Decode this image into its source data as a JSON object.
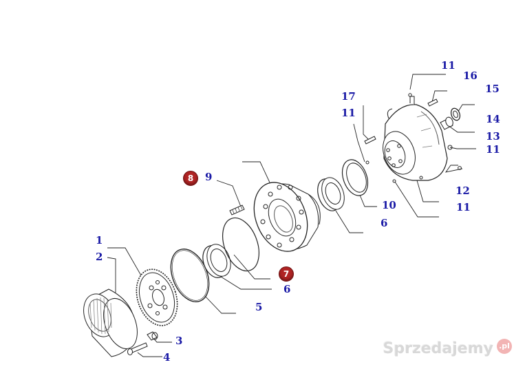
{
  "colors": {
    "label": "#1a1aa6",
    "badge": "#b02424",
    "line": "#222222"
  },
  "labels": {
    "l1": "1",
    "l2": "2",
    "l3": "3",
    "l4": "4",
    "l5": "5",
    "l6a": "6",
    "l6b": "6",
    "l9": "9",
    "l10": "10",
    "l11a": "11",
    "l11b": "11",
    "l11c": "11",
    "l11d": "11",
    "l12": "12",
    "l13": "13",
    "l14": "14",
    "l15": "15",
    "l16": "16",
    "l17": "17"
  },
  "badges": {
    "b7": "7",
    "b8": "8"
  },
  "watermark": {
    "text": "Sprzedajemy",
    "suffix": ".pl"
  }
}
